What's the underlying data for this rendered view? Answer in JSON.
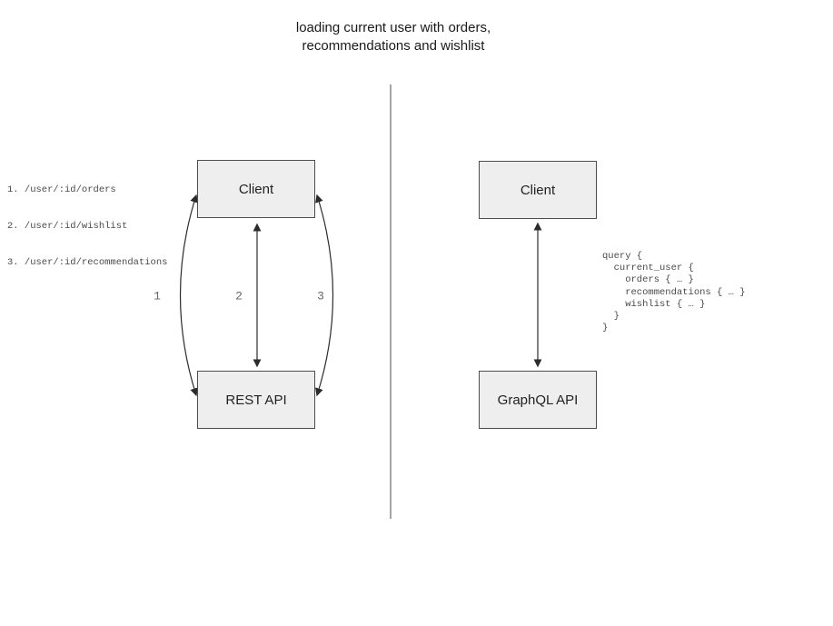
{
  "title": {
    "line1": "loading current user with orders,",
    "line2": "recommendations and wishlist"
  },
  "left": {
    "endpoints": [
      "1. /user/:id/orders",
      "2. /user/:id/wishlist",
      "3. /user/:id/recommendations"
    ],
    "client_label": "Client",
    "api_label": "REST API",
    "arrow_labels": [
      "1",
      "2",
      "3"
    ]
  },
  "right": {
    "client_label": "Client",
    "api_label": "GraphQL API",
    "query": "query {\n  current_user {\n    orders { … }\n    recommendations { … }\n    wishlist { … }\n  }\n}"
  },
  "colors": {
    "box_fill": "#eeeeee",
    "box_border": "#4d4d4d",
    "arrow": "#2b2b2b",
    "divider": "#7d7d7d",
    "mono_text": "#4a4a4a",
    "label_gray": "#666666"
  }
}
